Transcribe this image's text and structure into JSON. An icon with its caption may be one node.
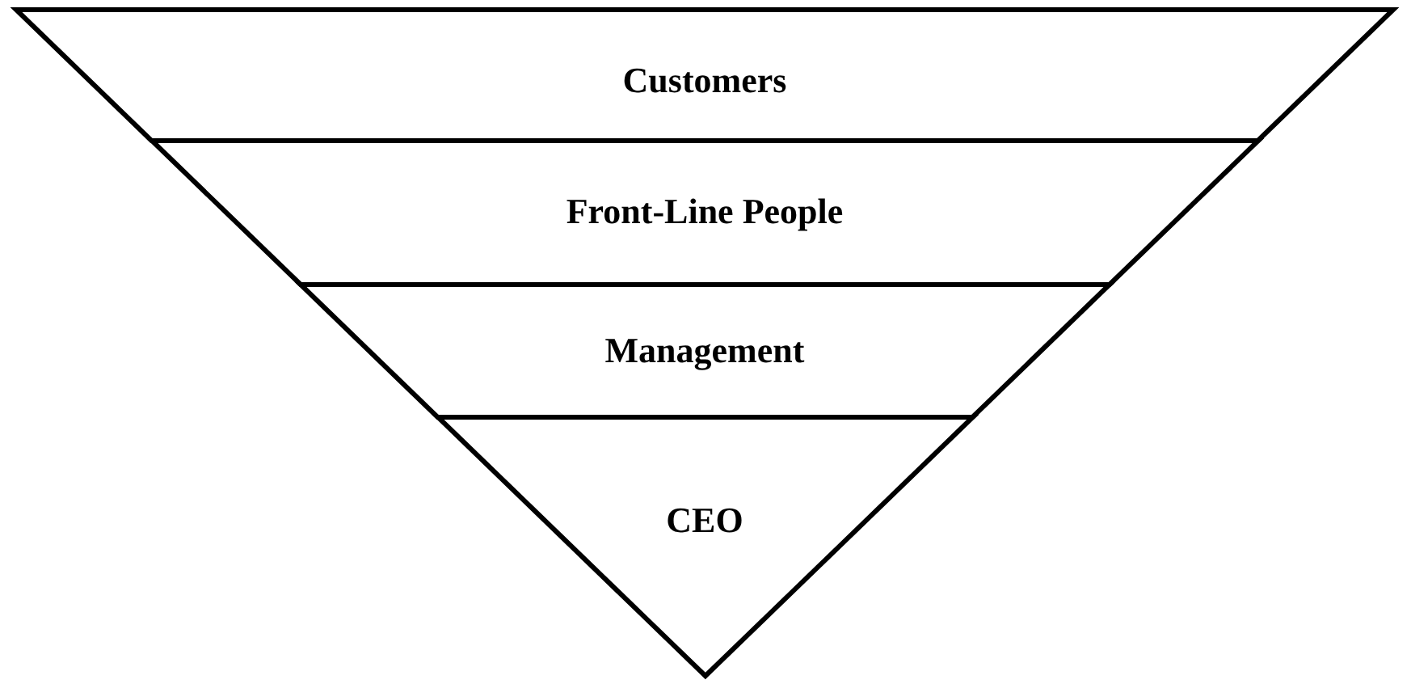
{
  "diagram": {
    "nodes": [
      {
        "text": [
          "Customers"
        ]
      },
      {
        "text": [
          "Front-Line People"
        ]
      },
      {
        "text": [
          "Management"
        ]
      },
      {
        "text": [
          "CEO"
        ]
      }
    ]
  }
}
